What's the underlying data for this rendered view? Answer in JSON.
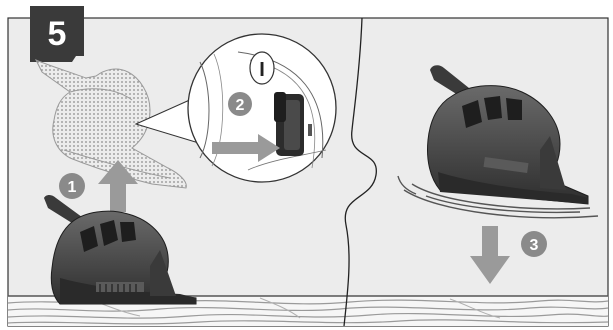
{
  "step": {
    "number": "5"
  },
  "callouts": [
    {
      "label": "1"
    },
    {
      "label": "2"
    },
    {
      "label": "3"
    }
  ],
  "switch": {
    "on_symbol": "I"
  },
  "colors": {
    "panel_bg": "#ececec",
    "badge": "#3a3a3a",
    "callout_circle": "#8a8a8a",
    "arrow": "#9a9a9a",
    "tool_body": "#4a4a4a",
    "tool_dark": "#262626",
    "ghost_tool": "#b8b8b8"
  },
  "icons": [
    "step-badge-icon",
    "motion-arrow-icon",
    "vibration-lines-icon",
    "power-switch-icon",
    "wood-grain-icon"
  ]
}
